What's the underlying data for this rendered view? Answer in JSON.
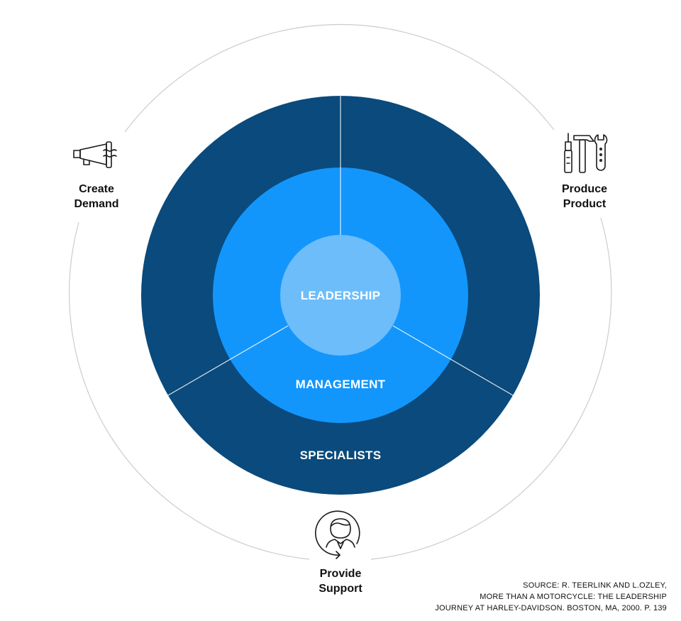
{
  "rings": {
    "core": {
      "label": "LEADERSHIP",
      "color": "#6dbdfb"
    },
    "middle": {
      "label": "MANAGEMENT",
      "color": "#1396fc"
    },
    "outer": {
      "label": "SPECIALISTS",
      "color": "#0a4a7c"
    }
  },
  "functions": {
    "create_demand": {
      "line1": "Create",
      "line2": "Demand",
      "icon": "megaphone-icon"
    },
    "produce_product": {
      "line1": "Produce",
      "line2": "Product",
      "icon": "tools-icon"
    },
    "provide_support": {
      "line1": "Provide",
      "line2": "Support",
      "icon": "support-person-icon"
    }
  },
  "source": {
    "line1": "SOURCE: R. TEERLINK AND L.OZLEY,",
    "line2": "MORE THAN A MOTORCYCLE: THE LEADERSHIP",
    "line3": "JOURNEY AT HARLEY-DAVIDSON. BOSTON, MA, 2000. P. 139"
  }
}
